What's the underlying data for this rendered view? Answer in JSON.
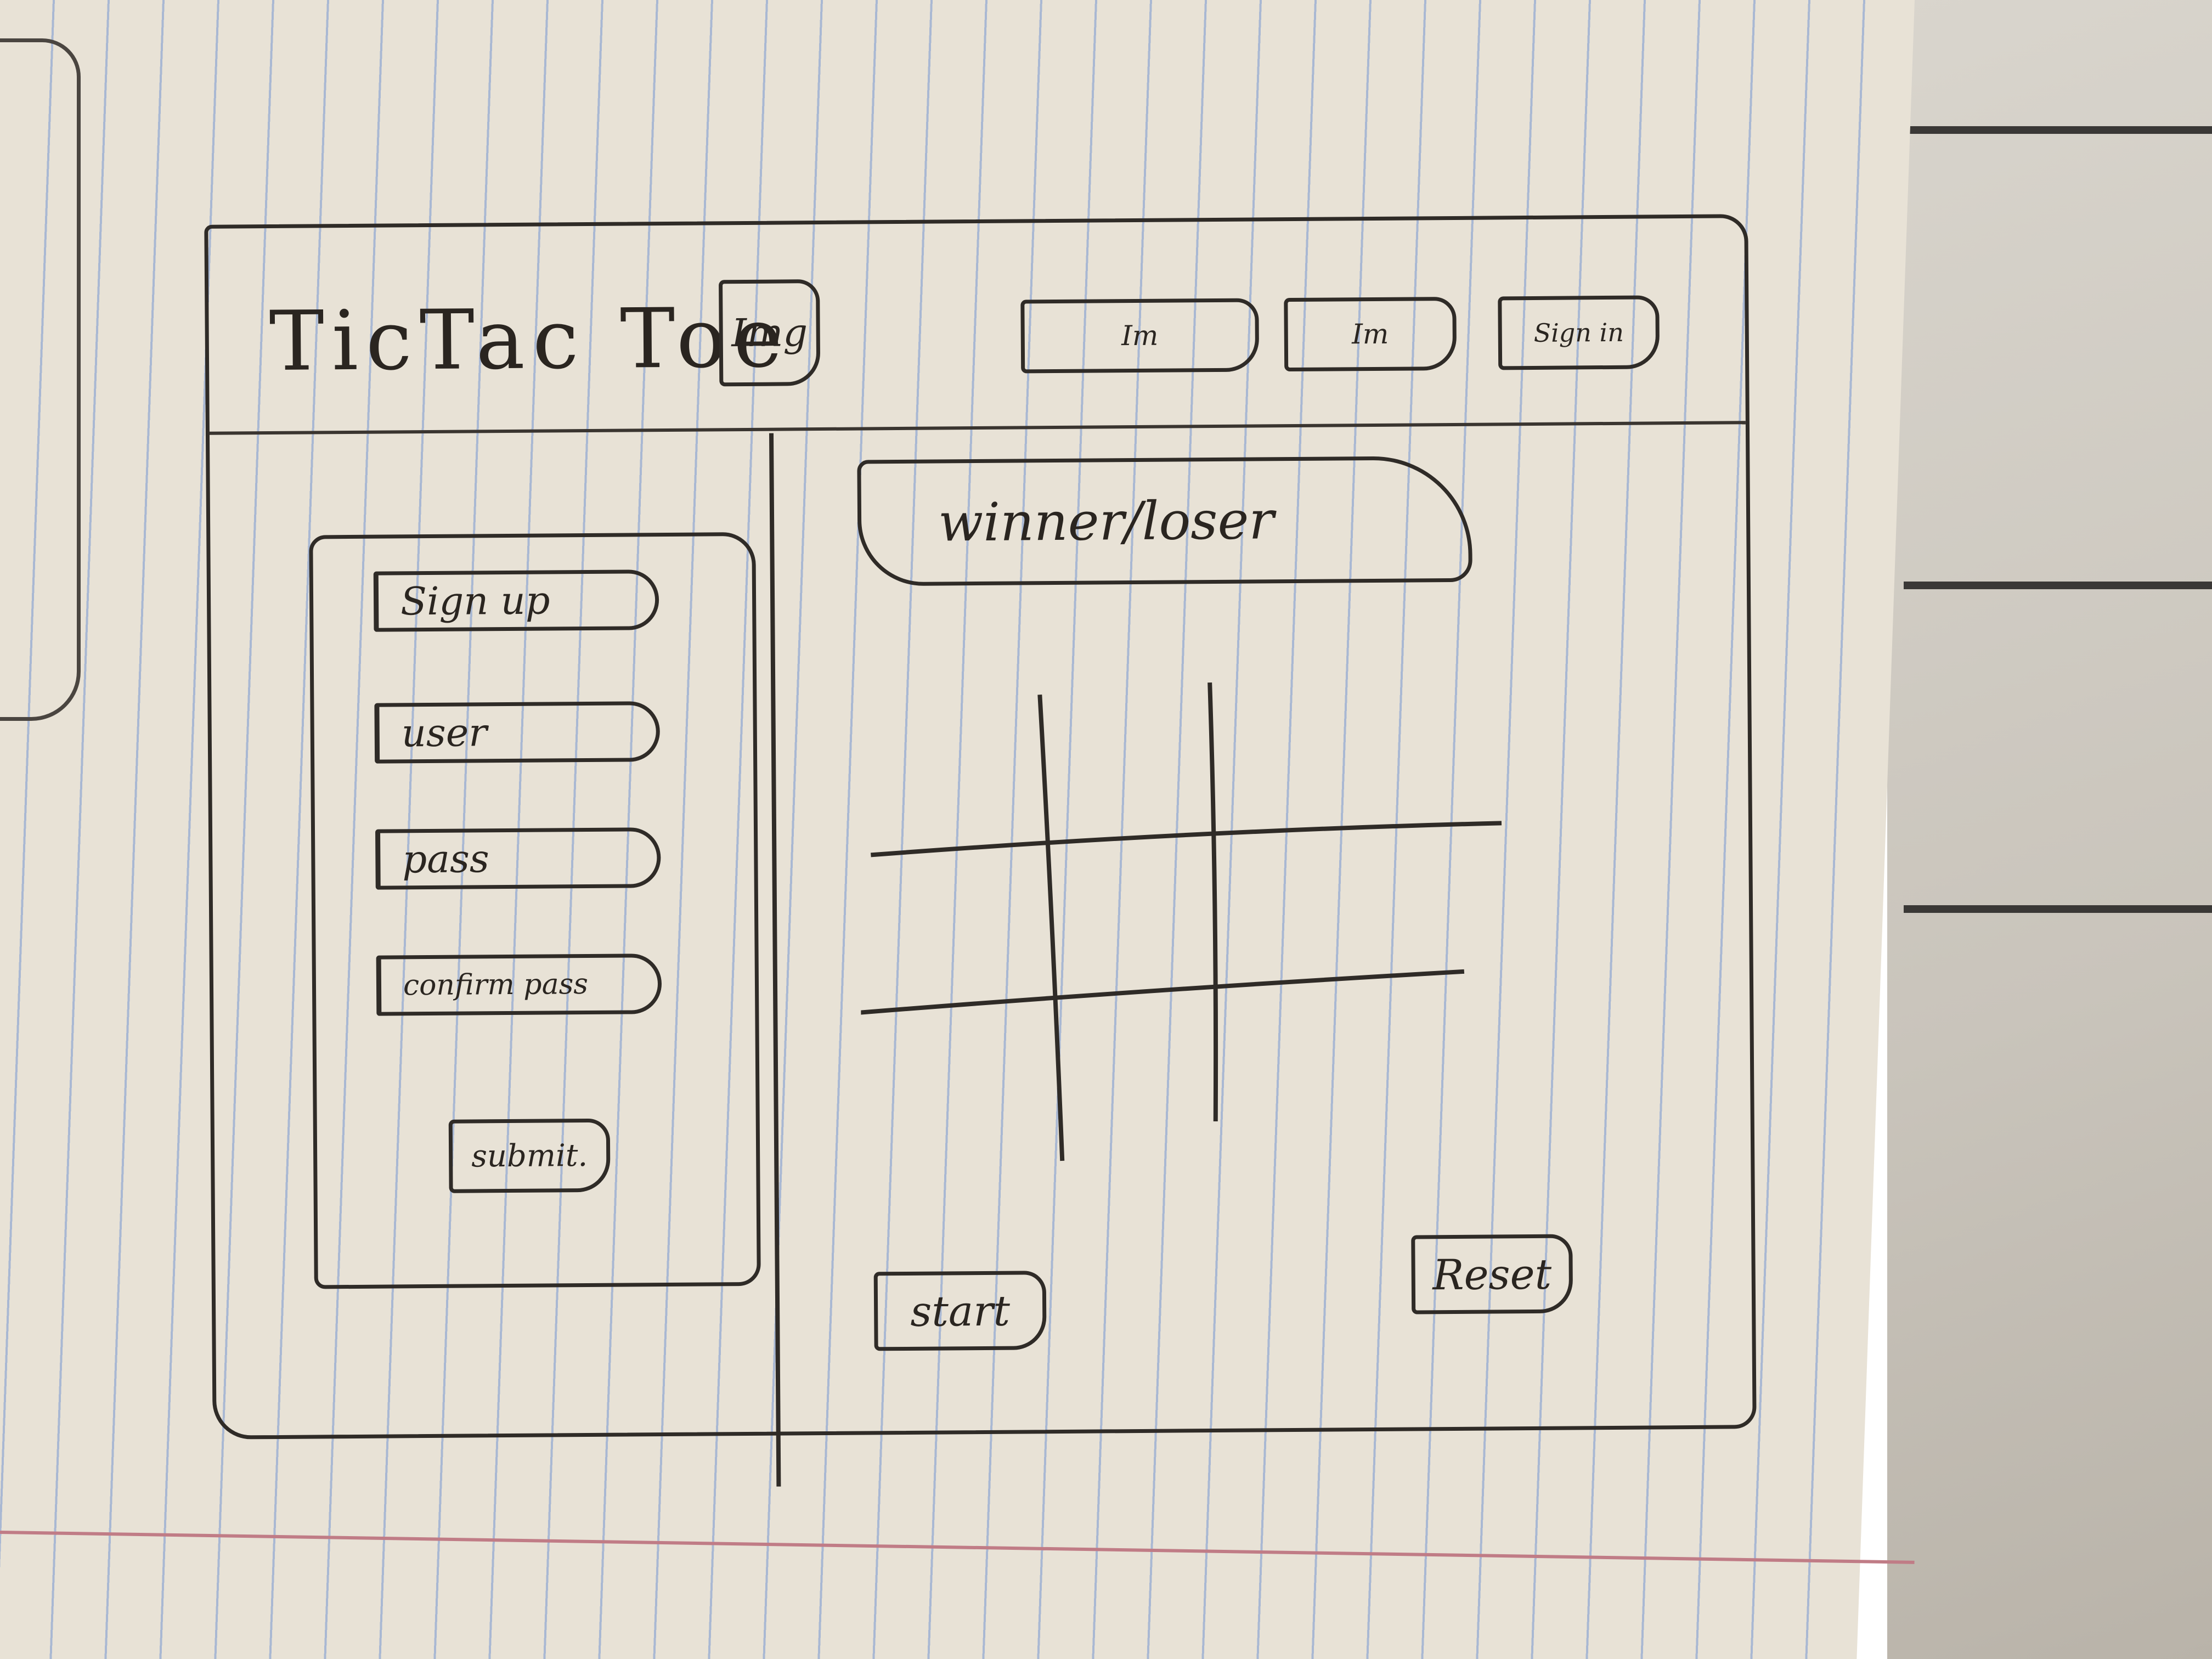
{
  "header": {
    "title": "TicTac Toe",
    "logo_label": "Img",
    "nav": [
      {
        "label": "Im"
      },
      {
        "label": "Im"
      },
      {
        "label": "Sign in"
      }
    ]
  },
  "signup_panel": {
    "heading": "Sign up",
    "user_field": {
      "label": "user"
    },
    "pass_field": {
      "label": "pass"
    },
    "confirm_field": {
      "label": "confirm pass"
    },
    "submit_label": "submit."
  },
  "game": {
    "status_label": "winner/loser",
    "board": {
      "rows": 3,
      "cols": 3
    },
    "start_label": "start",
    "reset_label": "Reset"
  },
  "colors": {
    "paper": "#e8e2d6",
    "ink": "#2f2b27",
    "rule_line": "#a9b8d3",
    "margin_line": "#c07c86"
  }
}
